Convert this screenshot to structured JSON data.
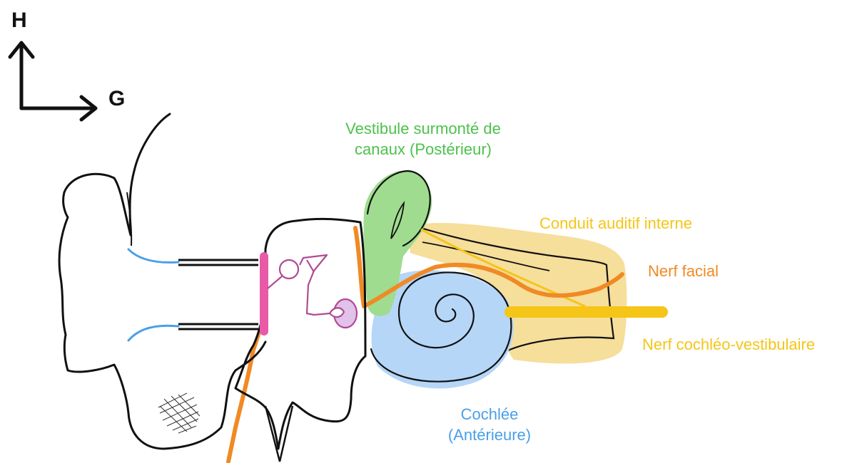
{
  "axes": {
    "vertical": "H",
    "horizontal": "G"
  },
  "labels": {
    "vestibule": {
      "line1": "Vestibule surmonté de",
      "line2": "canaux (Postérieur)"
    },
    "conduit": "Conduit auditif interne",
    "nerf_facial": "Nerf facial",
    "nerf_cochleo": "Nerf cochléo-vestibulaire",
    "cochlee": {
      "line1": "Cochlée",
      "line2": "(Antérieure)"
    }
  },
  "colors": {
    "vestibule": "#4cc24c",
    "vestibule_fill": "#9fdc8f",
    "conduit": "#f5c518",
    "conduit_fill": "#f5d88a",
    "nerf_facial": "#f08a24",
    "nerf_cochleo": "#f5c518",
    "cochlee": "#4a9fe8",
    "cochlee_fill": "#b5d6f7",
    "tympan": "#e85aa8",
    "osselets": "#b04b94",
    "ink": "#111111"
  }
}
